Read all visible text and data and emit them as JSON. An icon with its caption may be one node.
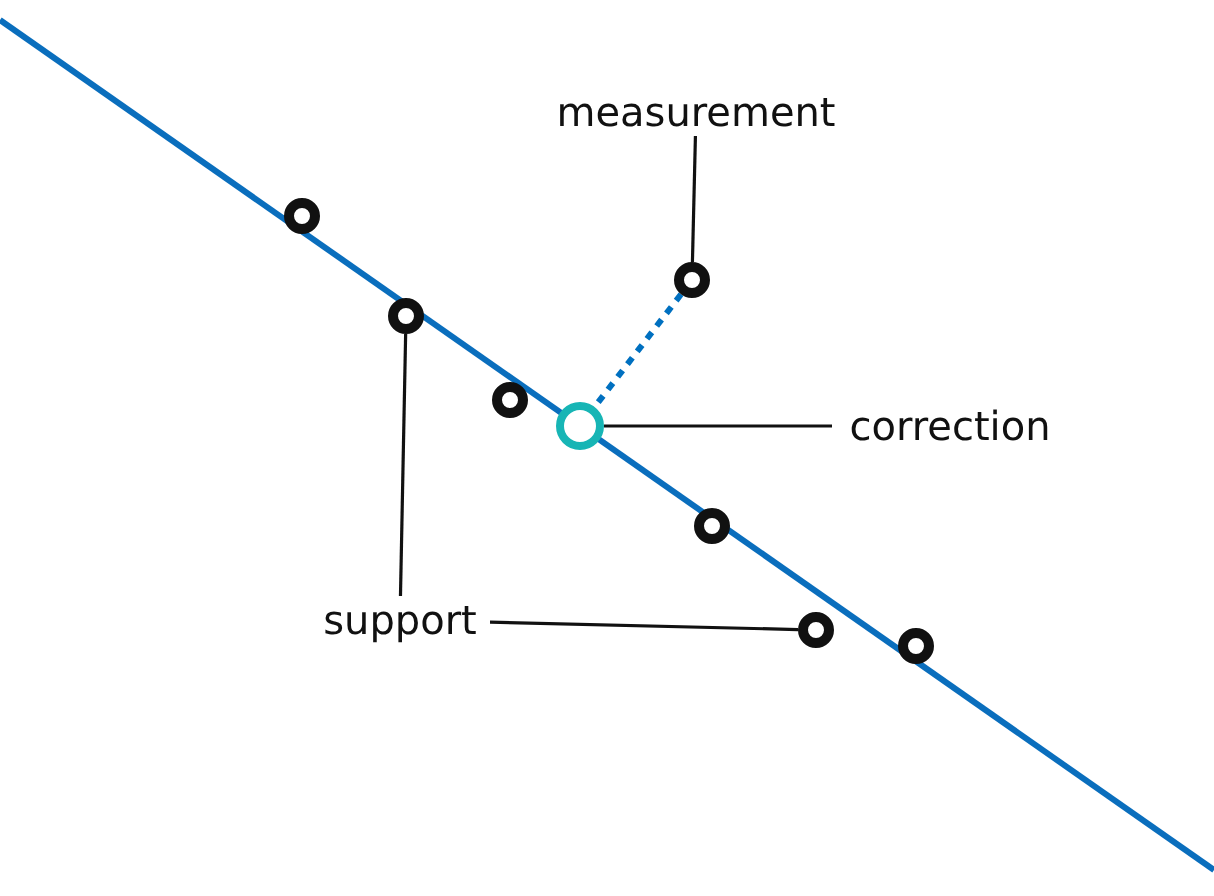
{
  "diagram": {
    "nodes": [
      {
        "text": [
          "measurement"
        ]
      },
      {
        "text": [],
        "shape": "circle"
      },
      {
        "text": [],
        "shape": "circle"
      },
      {
        "text": [],
        "shape": "circle"
      },
      {
        "text": [],
        "shape": "circle"
      },
      {
        "text": [
          "correction"
        ]
      },
      {
        "text": [],
        "shape": "circle"
      },
      {
        "text": [],
        "shape": "circle"
      },
      {
        "text": [
          "support"
        ]
      },
      {
        "text": [],
        "shape": "circle"
      },
      {
        "text": [],
        "shape": "circle"
      }
    ],
    "edges": [
      {
        "from": 0,
        "to": 2,
        "arrow": "none"
      },
      {
        "from": 2,
        "to": 6,
        "arrow": "none",
        "style": "dashed",
        "color": "#0070c0"
      },
      {
        "from": 5,
        "to": 6,
        "arrow": "none"
      },
      {
        "from": 8,
        "to": 3,
        "arrow": "none"
      },
      {
        "from": 8,
        "to": 9,
        "arrow": "none"
      }
    ]
  }
}
